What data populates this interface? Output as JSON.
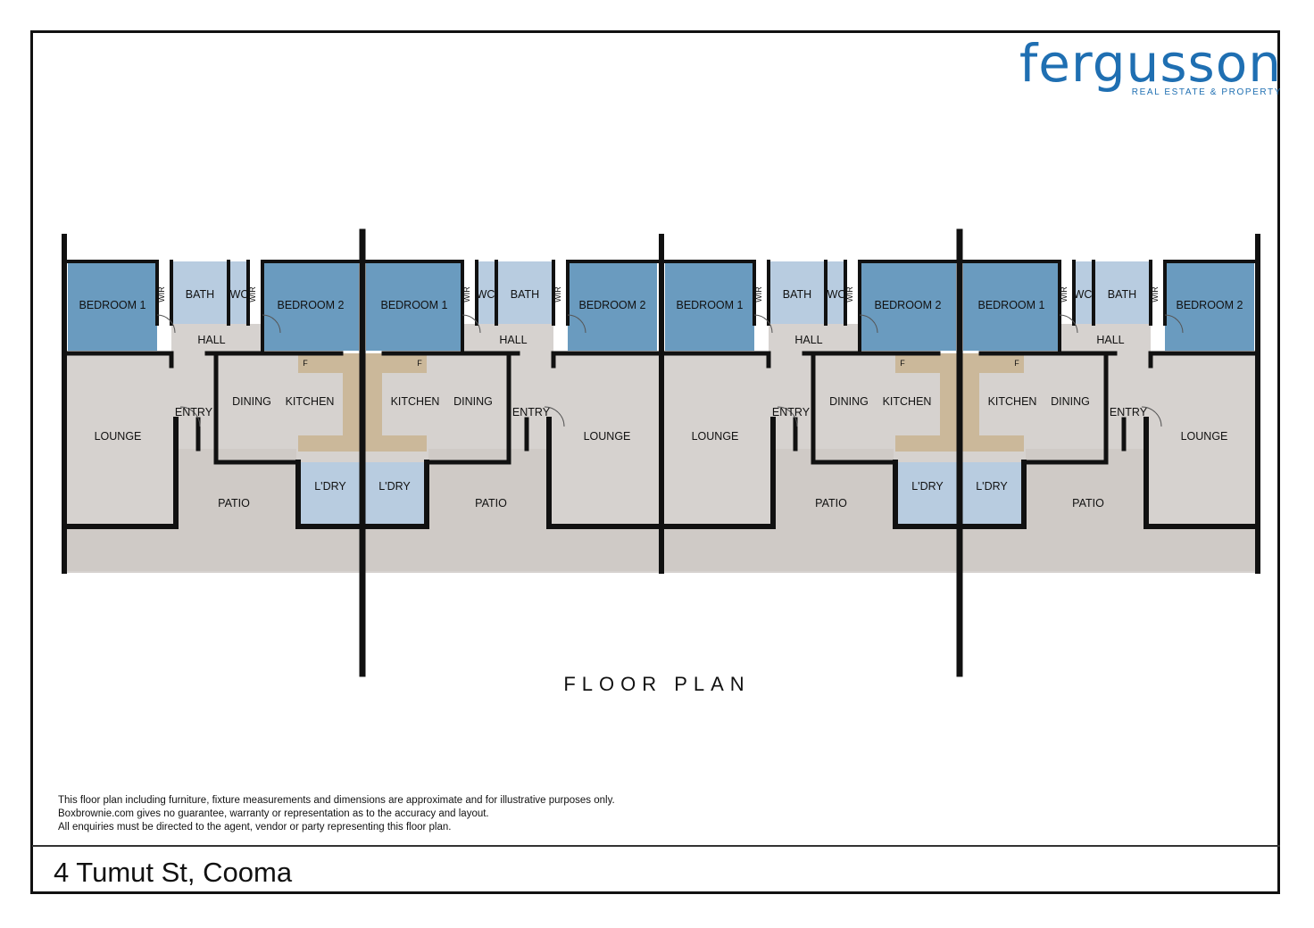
{
  "brand": {
    "name": "fergusson",
    "tagline": "REAL ESTATE & PROPERTY",
    "color": "#1f6fb2"
  },
  "title": "FLOOR PLAN",
  "disclaimer": [
    "This floor plan including furniture, fixture measurements and dimensions are approximate and for illustrative purposes only.",
    "Boxbrownie.com gives no guarantee, warranty or representation as to the accuracy and layout.",
    "All enquiries must be directed to the agent, vendor or party representing this floor plan."
  ],
  "address": "4 Tumut St, Cooma",
  "colors": {
    "bedroom": "#6a9bbf",
    "living": "#d6d2cf",
    "wet": "#b8cce0",
    "kitchen": "#cbb89a",
    "wall": "#111111"
  },
  "units": [
    {
      "bed_left": "BEDROOM 1",
      "bed_right": "BEDROOM 2",
      "wir": "WIR",
      "bath": "BATH",
      "wc": "WC",
      "hall": "HALL",
      "lounge": "LOUNGE",
      "entry": "ENTRY",
      "dining": "DINING",
      "kitchen": "KITCHEN",
      "laundry": "L'DRY",
      "patio": "PATIO",
      "fridge": "F"
    },
    {
      "bed_left": "BEDROOM 2",
      "bed_right": "BEDROOM 1",
      "wir": "WIR",
      "bath": "BATH",
      "wc": "WC",
      "hall": "HALL",
      "lounge": "LOUNGE",
      "entry": "ENTRY",
      "dining": "DINING",
      "kitchen": "KITCHEN",
      "laundry": "L'DRY",
      "patio": "PATIO",
      "fridge": "F"
    },
    {
      "bed_left": "BEDROOM 1",
      "bed_right": "BEDROOM 2",
      "wir": "WIR",
      "bath": "BATH",
      "wc": "WC",
      "hall": "HALL",
      "lounge": "LOUNGE",
      "entry": "ENTRY",
      "dining": "DINING",
      "kitchen": "KITCHEN",
      "laundry": "L'DRY",
      "patio": "PATIO",
      "fridge": "F"
    },
    {
      "bed_left": "BEDROOM 2",
      "bed_right": "BEDROOM 1",
      "wir": "WIR",
      "bath": "BATH",
      "wc": "WC",
      "hall": "HALL",
      "lounge": "LOUNGE",
      "entry": "ENTRY",
      "dining": "DINING",
      "kitchen": "KITCHEN",
      "laundry": "L'DRY",
      "patio": "PATIO",
      "fridge": "F"
    }
  ]
}
